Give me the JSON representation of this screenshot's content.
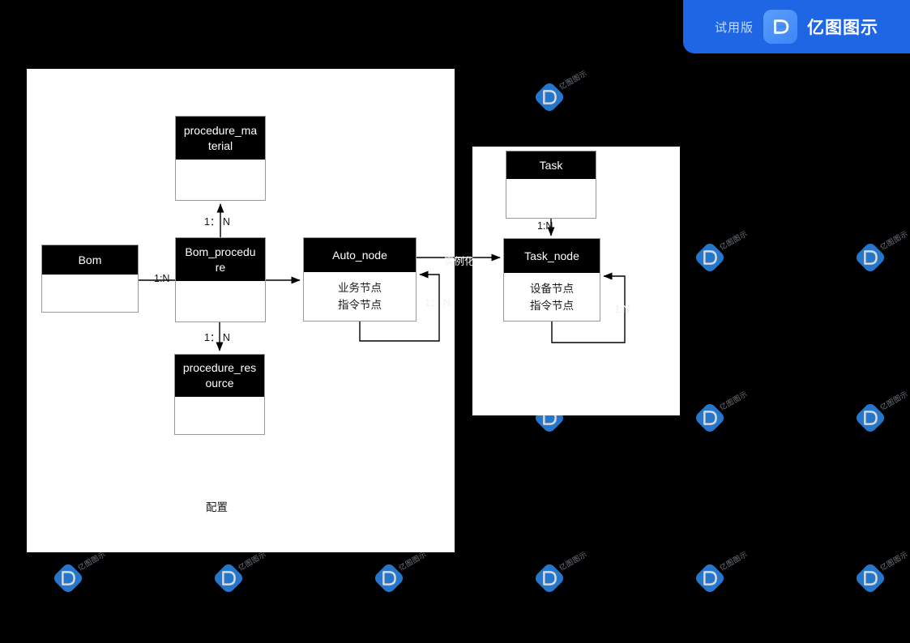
{
  "badge": {
    "trial_label": "试用版",
    "brand": "亿图图示",
    "logo_icon": "edraw-logo-icon",
    "accent_color": "#1f66e5",
    "logo_tile_color": "#3c86f7"
  },
  "watermark": {
    "text": "亿图图示",
    "icon": "edraw-watermark-icon"
  },
  "canvas": {
    "background": "#000000",
    "page_background": "#ffffff",
    "note": "配置",
    "entity_header_color": "#000000",
    "entity_border_color": "#9a9a9a"
  },
  "entities": [
    {
      "id": "procedure_material",
      "title": "procedure_ma\nterial",
      "body": ""
    },
    {
      "id": "bom",
      "title": "Bom",
      "body": ""
    },
    {
      "id": "bom_procedure",
      "title": "Bom_procedu\nre",
      "body": ""
    },
    {
      "id": "auto_node",
      "title": "Auto_node",
      "body": "业务节点\n指令节点"
    },
    {
      "id": "procedure_resource",
      "title": "procedure_res\nource",
      "body": ""
    },
    {
      "id": "task",
      "title": "Task",
      "body": ""
    },
    {
      "id": "task_node",
      "title": "Task_node",
      "body": "设备节点\n指令节点"
    }
  ],
  "connectors": [
    {
      "id": "bom_procedure_to_material",
      "label": "1： N",
      "from": "bom_procedure",
      "to": "procedure_material"
    },
    {
      "id": "bom_to_bom_procedure",
      "label": "1:N",
      "from": "bom",
      "to": "bom_procedure"
    },
    {
      "id": "bom_procedure_to_resource",
      "label": "1： N",
      "from": "bom_procedure",
      "to": "procedure_resource"
    },
    {
      "id": "bom_procedure_to_auto_node",
      "label": "",
      "from": "bom_procedure",
      "to": "auto_node"
    },
    {
      "id": "auto_node_self_loop",
      "label": "1： N",
      "from": "auto_node",
      "to": "auto_node"
    },
    {
      "id": "auto_node_to_task_node",
      "label": "实例化",
      "from": "auto_node",
      "to": "task_node"
    },
    {
      "id": "task_to_task_node",
      "label": "1:N",
      "from": "task",
      "to": "task_node"
    },
    {
      "id": "task_node_self_loop",
      "label": "1:N",
      "from": "task_node",
      "to": "task_node"
    }
  ]
}
